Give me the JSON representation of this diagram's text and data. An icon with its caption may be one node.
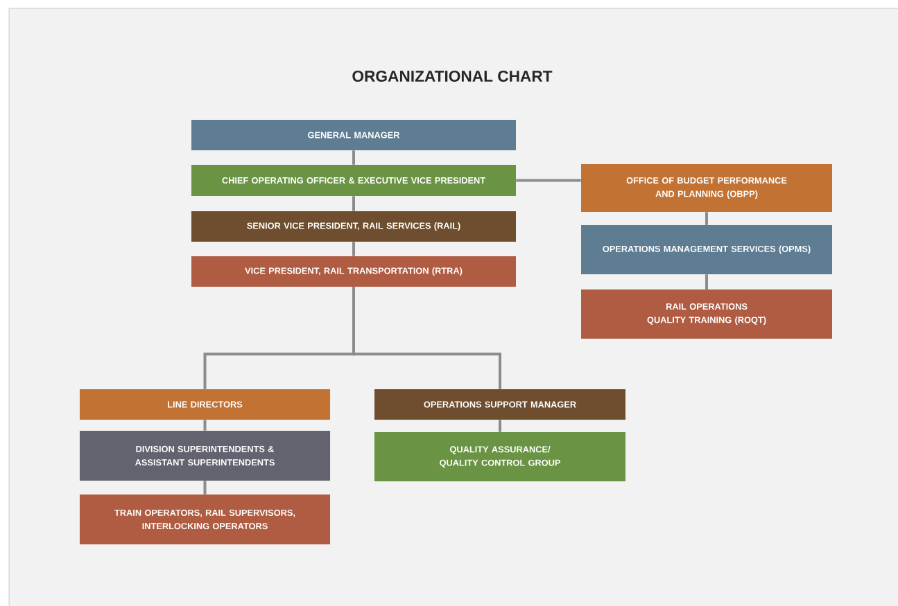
{
  "diagram": {
    "title": "ORGANIZATIONAL CHART",
    "nodes": [
      {
        "text": [
          "GENERAL MANAGER"
        ]
      },
      {
        "text": [
          "CHIEF OPERATING OFFICER & EXECUTIVE VICE PRESIDENT"
        ]
      },
      {
        "text": [
          "SENIOR VICE PRESIDENT, RAIL SERVICES (RAIL)"
        ]
      },
      {
        "text": [
          "VICE PRESIDENT, RAIL TRANSPORTATION (RTRA)"
        ]
      },
      {
        "text": [
          "OFFICE OF BUDGET PERFORMANCE AND PLANNING (OBPP)"
        ]
      },
      {
        "text": [
          "OPERATIONS MANAGEMENT SERVICES (OPMS)"
        ]
      },
      {
        "text": [
          "RAIL OPERATIONS QUALITY TRAINING (ROQT)"
        ]
      },
      {
        "text": [
          "LINE DIRECTORS"
        ]
      },
      {
        "text": [
          "DIVISION SUPERINTENDENTS & ASSISTANT SUPERINTENDENTS"
        ]
      },
      {
        "text": [
          "TRAIN OPERATORS, RAIL SUPERVISORS, INTERLOCKING OPERATORS"
        ]
      },
      {
        "text": [
          "OPERATIONS SUPPORT MANAGER"
        ]
      },
      {
        "text": [
          "QUALITY ASSURANCE/ QUALITY CONTROL GROUP"
        ]
      }
    ],
    "edges": [
      {
        "from": 0,
        "to": 1,
        "arrow": "none"
      },
      {
        "from": 1,
        "to": 2,
        "arrow": "none"
      },
      {
        "from": 2,
        "to": 3,
        "arrow": "none"
      },
      {
        "from": 1,
        "to": 4,
        "arrow": "none"
      },
      {
        "from": 4,
        "to": 5,
        "arrow": "none"
      },
      {
        "from": 5,
        "to": 6,
        "arrow": "none"
      },
      {
        "from": 3,
        "to": 7,
        "arrow": "none"
      },
      {
        "from": 3,
        "to": 10,
        "arrow": "none"
      },
      {
        "from": 7,
        "to": 8,
        "arrow": "none"
      },
      {
        "from": 8,
        "to": 9,
        "arrow": "none"
      },
      {
        "from": 10,
        "to": 11,
        "arrow": "none"
      }
    ]
  }
}
